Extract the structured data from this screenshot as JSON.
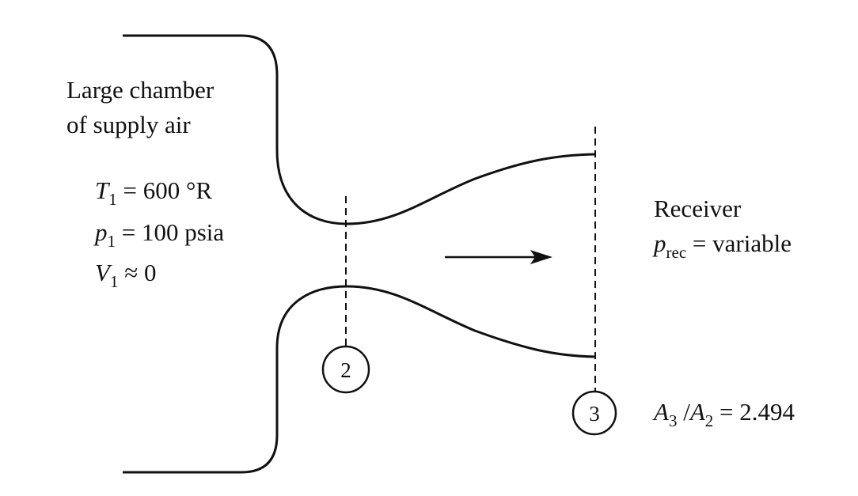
{
  "chamber": {
    "title_line1": "Large chamber",
    "title_line2": "of supply air",
    "T": {
      "symbol": "T",
      "sub": "1",
      "rest": " = 600 °R"
    },
    "p": {
      "symbol": "p",
      "sub": "1",
      "rest": " = 100 psia"
    },
    "V": {
      "symbol": "V",
      "sub": "1",
      "rest": " ≈ 0"
    }
  },
  "receiver": {
    "title": "Receiver",
    "p": {
      "symbol": "p",
      "sub": "rec",
      "rest": " = variable"
    }
  },
  "stations": {
    "throat": "2",
    "exit": "3"
  },
  "area_ratio": {
    "A3_symbol": "A",
    "A3_sub": "3",
    "slash": " /",
    "A2_symbol": "A",
    "A2_sub": "2",
    "rest": " = 2.494"
  },
  "colors": {
    "line": "#111111",
    "background": "#ffffff"
  }
}
